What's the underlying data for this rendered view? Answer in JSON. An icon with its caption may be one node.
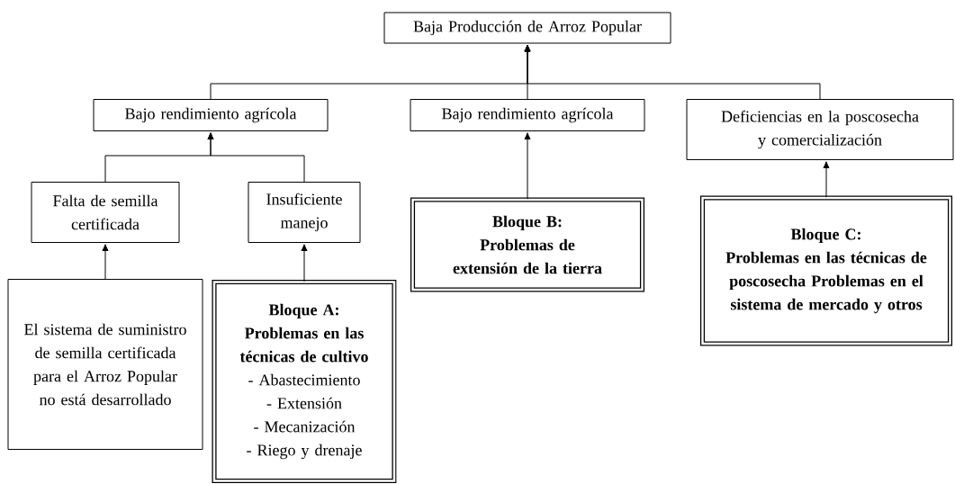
{
  "diagram": {
    "nodes": [
      {
        "text": [
          "Baja Producción de Arroz Popular"
        ]
      },
      {
        "text": [
          "Bajo rendimiento agrícola"
        ]
      },
      {
        "text": [
          "Bajo rendimiento agrícola"
        ]
      },
      {
        "text": [
          "Deficiencias en la poscosecha y comercialización"
        ]
      },
      {
        "text": [
          "Falta de semilla certificada"
        ]
      },
      {
        "text": [
          "Insuficiente manejo"
        ]
      },
      {
        "text": [
          "El sistema de suministro de semilla certificada para el Arroz Popular no está desarrollado"
        ]
      },
      {
        "text": [
          "Bloque A:",
          "Problemas en las técnicas de cultivo",
          "- Abastecimiento",
          "- Extensión",
          "- Mecanización",
          "- Riego y drenaje"
        ]
      },
      {
        "text": [
          "Bloque B:",
          "Problemas de extensión de la tierra"
        ]
      },
      {
        "text": [
          "Bloque C:",
          "Problemas en las técnicas de poscosecha Problemas en el sistema de mercado y otros"
        ]
      }
    ],
    "edges": [
      {
        "from": 1,
        "to": 0,
        "arrow": "to"
      },
      {
        "from": 2,
        "to": 0,
        "arrow": "to"
      },
      {
        "from": 3,
        "to": 0,
        "arrow": "to"
      },
      {
        "from": 4,
        "to": 1,
        "arrow": "to"
      },
      {
        "from": 5,
        "to": 1,
        "arrow": "to"
      },
      {
        "from": 6,
        "to": 4,
        "arrow": "to"
      },
      {
        "from": 7,
        "to": 5,
        "arrow": "to"
      },
      {
        "from": 8,
        "to": 2,
        "arrow": "to"
      },
      {
        "from": 9,
        "to": 3,
        "arrow": "to"
      }
    ]
  }
}
